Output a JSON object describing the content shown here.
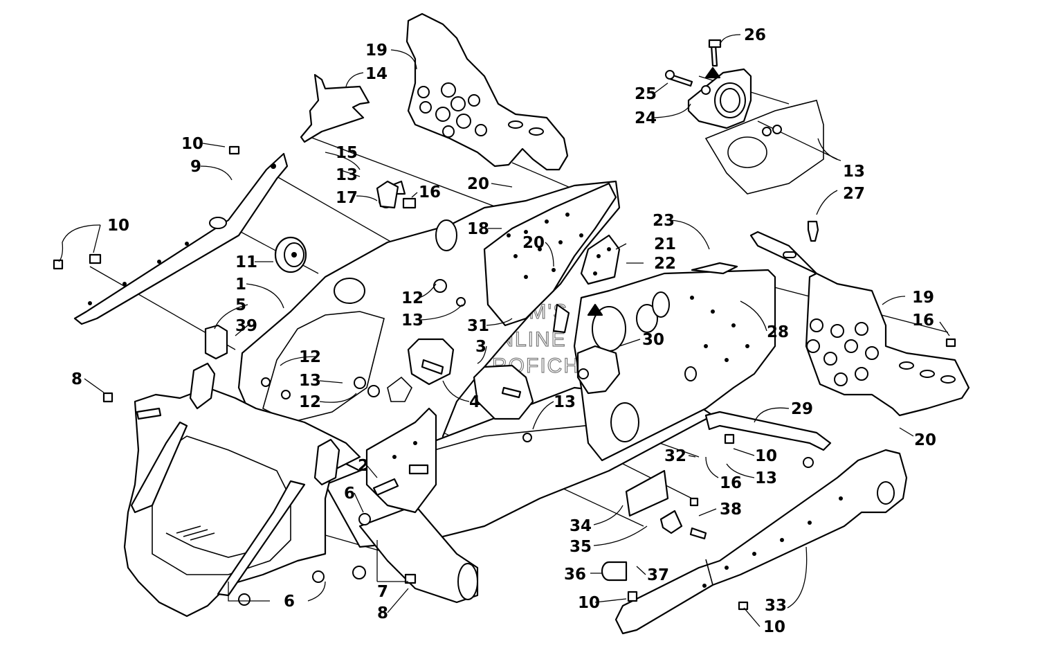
{
  "watermark": {
    "line1": "HLSM'S",
    "line2": "ONLINE",
    "line3": "MICROFICHE"
  },
  "callouts": [
    {
      "id": "c26",
      "text": "26"
    },
    {
      "id": "c19a",
      "text": "19"
    },
    {
      "id": "c14",
      "text": "14"
    },
    {
      "id": "c25",
      "text": "25"
    },
    {
      "id": "c24",
      "text": "24"
    },
    {
      "id": "c13a",
      "text": "13"
    },
    {
      "id": "c10a",
      "text": "10"
    },
    {
      "id": "c9",
      "text": "9"
    },
    {
      "id": "c15",
      "text": "15"
    },
    {
      "id": "c13b",
      "text": "13"
    },
    {
      "id": "c17",
      "text": "17"
    },
    {
      "id": "c16a",
      "text": "16"
    },
    {
      "id": "c20a",
      "text": "20"
    },
    {
      "id": "c27",
      "text": "27"
    },
    {
      "id": "c10b",
      "text": "10"
    },
    {
      "id": "c18",
      "text": "18"
    },
    {
      "id": "c20b",
      "text": "20"
    },
    {
      "id": "c23",
      "text": "23"
    },
    {
      "id": "c21",
      "text": "21"
    },
    {
      "id": "c11",
      "text": "11"
    },
    {
      "id": "c22",
      "text": "22"
    },
    {
      "id": "c1",
      "text": "1"
    },
    {
      "id": "c12a",
      "text": "12"
    },
    {
      "id": "c13c",
      "text": "13"
    },
    {
      "id": "c19b",
      "text": "19"
    },
    {
      "id": "c5",
      "text": "5"
    },
    {
      "id": "c39",
      "text": "39"
    },
    {
      "id": "c31",
      "text": "31"
    },
    {
      "id": "c16b",
      "text": "16"
    },
    {
      "id": "c28",
      "text": "28"
    },
    {
      "id": "c3",
      "text": "3"
    },
    {
      "id": "c30",
      "text": "30"
    },
    {
      "id": "c12b",
      "text": "12"
    },
    {
      "id": "c8a",
      "text": "8"
    },
    {
      "id": "c13d",
      "text": "13"
    },
    {
      "id": "c12c",
      "text": "12"
    },
    {
      "id": "c4",
      "text": "4"
    },
    {
      "id": "c13e",
      "text": "13"
    },
    {
      "id": "c29",
      "text": "29"
    },
    {
      "id": "c20c",
      "text": "20"
    },
    {
      "id": "c32",
      "text": "32"
    },
    {
      "id": "c10c",
      "text": "10"
    },
    {
      "id": "c2",
      "text": "2"
    },
    {
      "id": "c13f",
      "text": "13"
    },
    {
      "id": "c16c",
      "text": "16"
    },
    {
      "id": "c6a",
      "text": "6"
    },
    {
      "id": "c38",
      "text": "38"
    },
    {
      "id": "c34",
      "text": "34"
    },
    {
      "id": "c35",
      "text": "35"
    },
    {
      "id": "c36",
      "text": "36"
    },
    {
      "id": "c37",
      "text": "37"
    },
    {
      "id": "c7",
      "text": "7"
    },
    {
      "id": "c6b",
      "text": "6"
    },
    {
      "id": "c8b",
      "text": "8"
    },
    {
      "id": "c10d",
      "text": "10"
    },
    {
      "id": "c33",
      "text": "33"
    },
    {
      "id": "c10e",
      "text": "10"
    }
  ]
}
